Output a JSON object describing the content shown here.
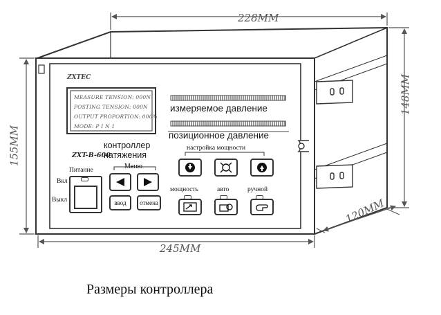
{
  "dimensions": {
    "top": "228MM",
    "right": "148MM",
    "left": "155MM",
    "bottom": "245MM",
    "depth": "120MM"
  },
  "panel": {
    "brand": "ZXTEC",
    "model": "ZXT-B-600",
    "lcd_lines": [
      "MEASURE TENSION:   000N",
      "POSTING TENSION:   000N",
      "OUTPUT PROPORTION: 000%",
      "MODE:  P I N 1"
    ]
  },
  "labels": {
    "measured_pressure": "измеряемое давление",
    "position_pressure": "позиционное давление",
    "controller_line1": "контроллер",
    "controller_line2": "натяжения",
    "menu": "Меню",
    "power": "Питание",
    "on": "Вкл",
    "off": "Выкл",
    "power_setting": "настройка мощности",
    "enter": "ввод",
    "cancel": "отмена",
    "power_mode": "мощность",
    "auto": "авто",
    "manual": "ручной"
  },
  "caption": "Размеры контроллера"
}
